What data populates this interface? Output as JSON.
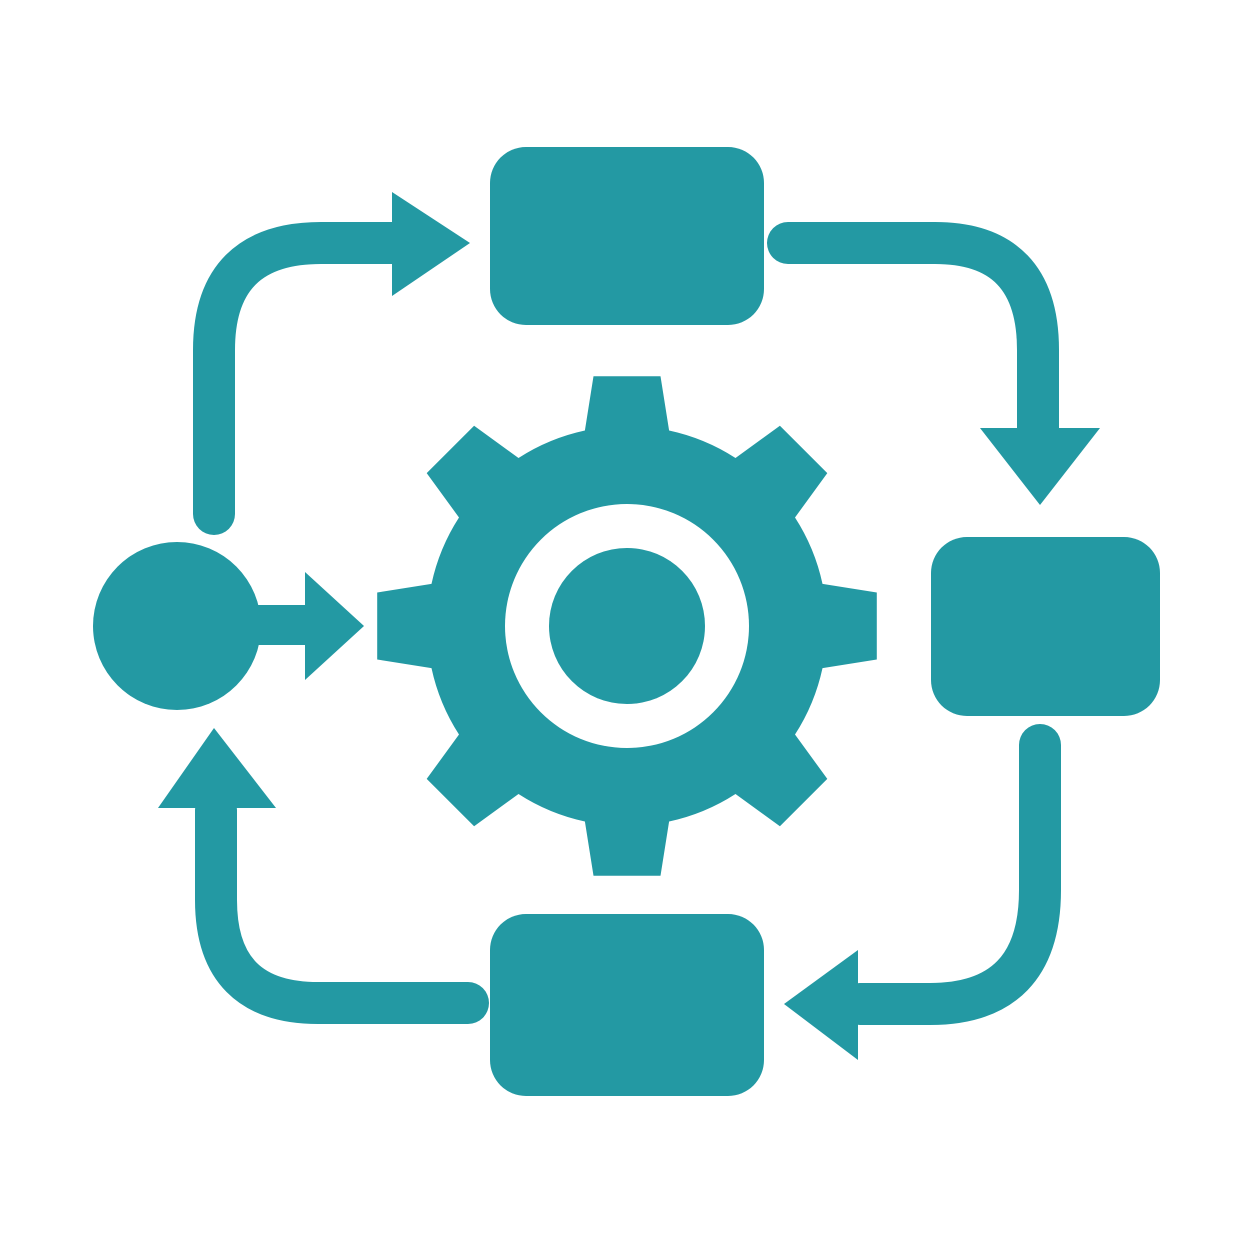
{
  "colors": {
    "accent": "#2399A3",
    "background": "#FFFFFF"
  },
  "diagram": {
    "nodes": [
      {
        "id": "start",
        "shape": "circle"
      },
      {
        "id": "step-top",
        "shape": "rounded-rectangle"
      },
      {
        "id": "step-right",
        "shape": "rounded-rectangle"
      },
      {
        "id": "step-bottom",
        "shape": "rounded-rectangle"
      },
      {
        "id": "center",
        "shape": "gear",
        "icon": "gear-icon"
      }
    ],
    "edges": [
      {
        "from": "start",
        "to": "step-top",
        "direction": "clockwise"
      },
      {
        "from": "step-top",
        "to": "step-right",
        "direction": "clockwise"
      },
      {
        "from": "step-right",
        "to": "step-bottom",
        "direction": "clockwise"
      },
      {
        "from": "step-bottom",
        "to": "start",
        "direction": "clockwise"
      },
      {
        "from": "start",
        "to": "center",
        "direction": "inward"
      }
    ]
  }
}
